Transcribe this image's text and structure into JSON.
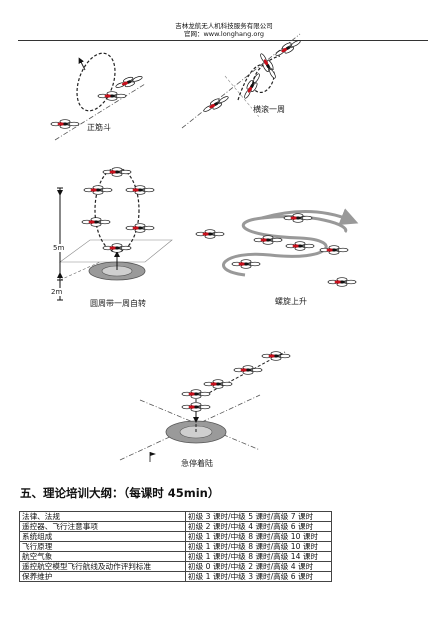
{
  "header": {
    "company": "吉林龙航无人机科技服务有限公司",
    "website": "官网：www.longhang.org"
  },
  "figures": {
    "fig1_caption": "正筋斗",
    "fig2_caption": "横滚一周",
    "fig3_caption": "圆周带一周自转",
    "fig4_caption": "螺旋上升",
    "fig5_caption": "急停着陆",
    "dim_5m": "5m",
    "dim_2m": "2m"
  },
  "section": {
    "title": "五、理论培训大纲：",
    "subtitle": "（每课时 45min）"
  },
  "syllabus": {
    "rows": [
      {
        "topic": "法律、法规",
        "hours": "初级 3 课时/中级 5 课时/高级 7 课时"
      },
      {
        "topic": "遥控器、飞行注意事项",
        "hours": "初级 2 课时/中级 4 课时/高级 6 课时"
      },
      {
        "topic": "系统组成",
        "hours": "初级 1 课时/中级 8 课时/高级 10 课时"
      },
      {
        "topic": "飞行原理",
        "hours": "初级 1 课时/中级 8 课时/高级 10 课时"
      },
      {
        "topic": "航空气象",
        "hours": "初级 1 课时/中级 8 课时/高级 14 课时"
      },
      {
        "topic": "遥控航空模型飞行航线及动作评判标准",
        "hours": "初级 0 课时/中级 2 课时/高级 4 课时"
      },
      {
        "topic": "保养维护",
        "hours": "初级 1 课时/中级 3 课时/高级 6 课时"
      }
    ]
  }
}
